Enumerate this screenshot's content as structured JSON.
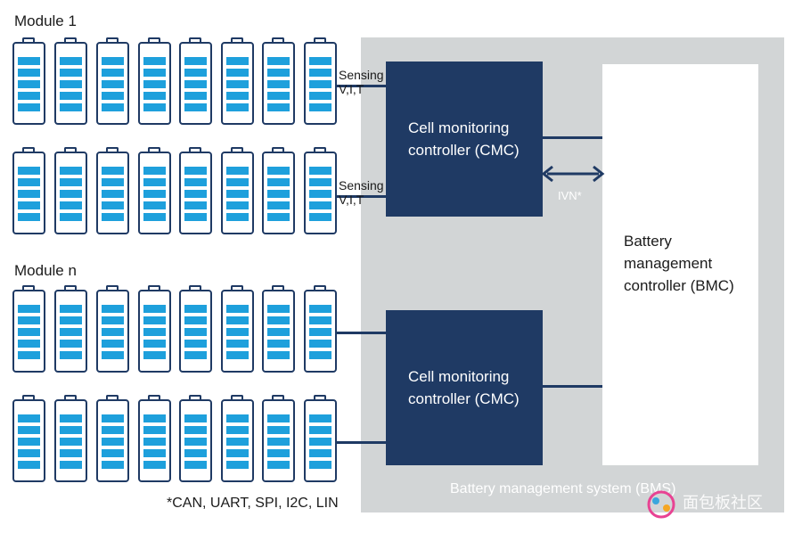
{
  "modules": [
    {
      "label": "Module 1"
    },
    {
      "label": "Module n"
    }
  ],
  "sensing": [
    {
      "line1": "Sensing",
      "line2": "V,I,T"
    },
    {
      "line1": "Sensing",
      "line2": "V,I,T"
    }
  ],
  "cmc": [
    {
      "line1": "Cell monitoring",
      "line2": "controller (CMC)"
    },
    {
      "line1": "Cell monitoring",
      "line2": "controller (CMC)"
    }
  ],
  "bmc": {
    "line1": "Battery",
    "line2": "management",
    "line3": "controller (BMC)"
  },
  "ivn_label": "IVN*",
  "bms_label": "Battery management system (BMS)",
  "footnote": "*CAN, UART, SPI, I2C, LIN",
  "watermark": "面包板社区",
  "colors": {
    "dark_blue": "#1f3a64",
    "cell_blue": "#1ea0dc",
    "bms_gray": "#d2d5d6"
  },
  "battery_levels": {
    "filled_segments": 5,
    "total_segments": 6
  }
}
